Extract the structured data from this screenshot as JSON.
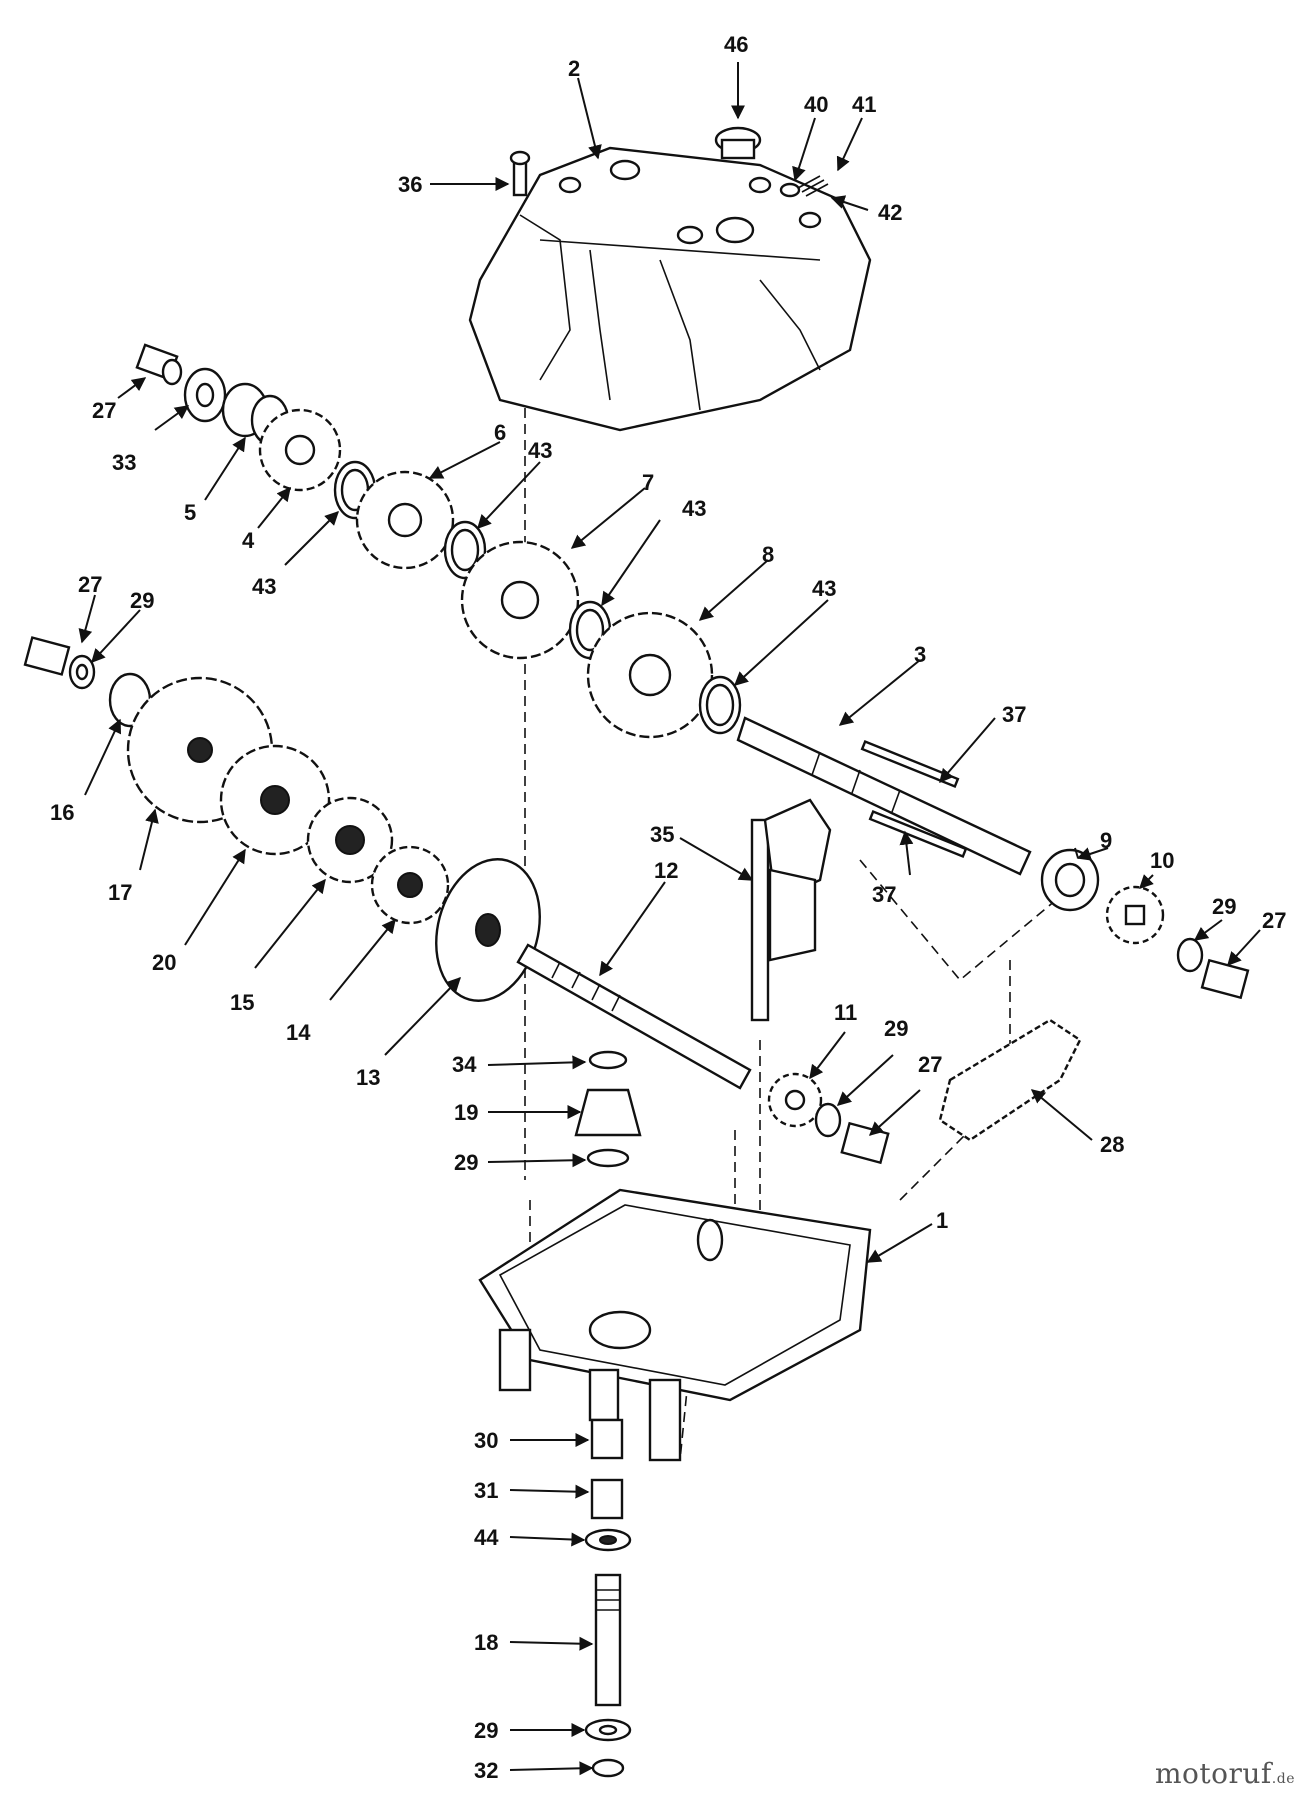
{
  "watermark": {
    "name": "motoruf",
    "tld": ".de"
  },
  "labels": {
    "l46": "46",
    "l2": "2",
    "l40": "40",
    "l41": "41",
    "l36": "36",
    "l42": "42",
    "l27a": "27",
    "l33": "33",
    "l5": "5",
    "l4": "4",
    "l43a": "43",
    "l6": "6",
    "l43b": "43",
    "l7": "7",
    "l43c": "43",
    "l8": "8",
    "l43d": "43",
    "l27b": "27",
    "l29a": "29",
    "l16": "16",
    "l17": "17",
    "l20": "20",
    "l15": "15",
    "l14": "14",
    "l13": "13",
    "l12": "12",
    "l3": "3",
    "l37a": "37",
    "l35": "35",
    "l37b": "37",
    "l9": "9",
    "l10": "10",
    "l29b": "29",
    "l27c": "27",
    "l11": "11",
    "l29c": "29",
    "l27d": "27",
    "l28": "28",
    "l34": "34",
    "l19": "19",
    "l29d": "29",
    "l1": "1",
    "l30": "30",
    "l31": "31",
    "l44": "44",
    "l18": "18",
    "l29e": "29",
    "l32": "32"
  }
}
